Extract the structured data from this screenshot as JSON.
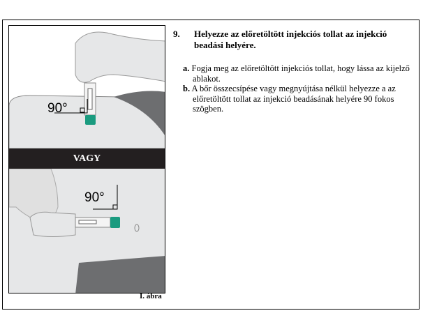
{
  "figure": {
    "vagy_label": "VAGY",
    "angle_top": "90°",
    "angle_bottom": "90°",
    "caption": "I. ábra",
    "colors": {
      "pen_cap": "#1a9b7f",
      "skin": "#ececec",
      "cloth": "#6d6e70",
      "band": "#231f20"
    }
  },
  "step": {
    "number": "9.",
    "title": "Helyezze az előretöltött injekciós tollat az injekció beadási helyére.",
    "items": [
      {
        "marker": "a.",
        "text": "Fogja meg az előretöltött injekciós tollat, hogy lássa az kijelző ablakot."
      },
      {
        "marker": "b.",
        "text": "A bőr összecsípése vagy megnyújtása nélkül helyezze a az előretöltött tollat az injekció beadásának helyére 90 fokos szögben."
      }
    ]
  }
}
